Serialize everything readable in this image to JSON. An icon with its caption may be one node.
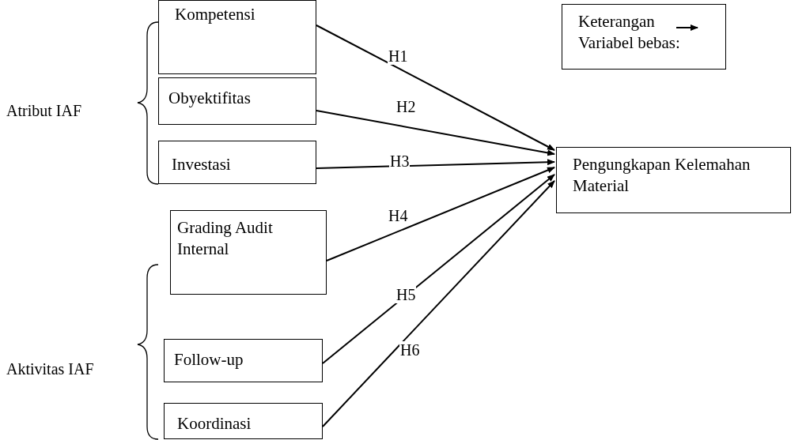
{
  "diagram": {
    "nodes": [
      {
        "text": [
          "Kompetensi"
        ]
      },
      {
        "text": [
          "Obyektifitas"
        ]
      },
      {
        "text": [
          "Investasi"
        ]
      },
      {
        "text": [
          "Grading Audit Internal"
        ]
      },
      {
        "text": [
          "Follow-up"
        ]
      },
      {
        "text": [
          "Koordinasi"
        ]
      },
      {
        "text": [
          "Pengungkapan Kelemahan Material"
        ]
      },
      {
        "text": [
          "Keterangan Variabel bebas:"
        ]
      }
    ],
    "edges": [
      {
        "from": 0,
        "to": 6,
        "arrow": "to",
        "label": "H1"
      },
      {
        "from": 1,
        "to": 6,
        "arrow": "to",
        "label": "H2"
      },
      {
        "from": 2,
        "to": 6,
        "arrow": "to",
        "label": "H3"
      },
      {
        "from": 3,
        "to": 6,
        "arrow": "to",
        "label": "H4"
      },
      {
        "from": 4,
        "to": 6,
        "arrow": "to",
        "label": "H5"
      },
      {
        "from": 5,
        "to": 6,
        "arrow": "to",
        "label": "H6"
      }
    ],
    "labels": [
      "Atribut IAF",
      "Aktivitas IAF"
    ]
  }
}
